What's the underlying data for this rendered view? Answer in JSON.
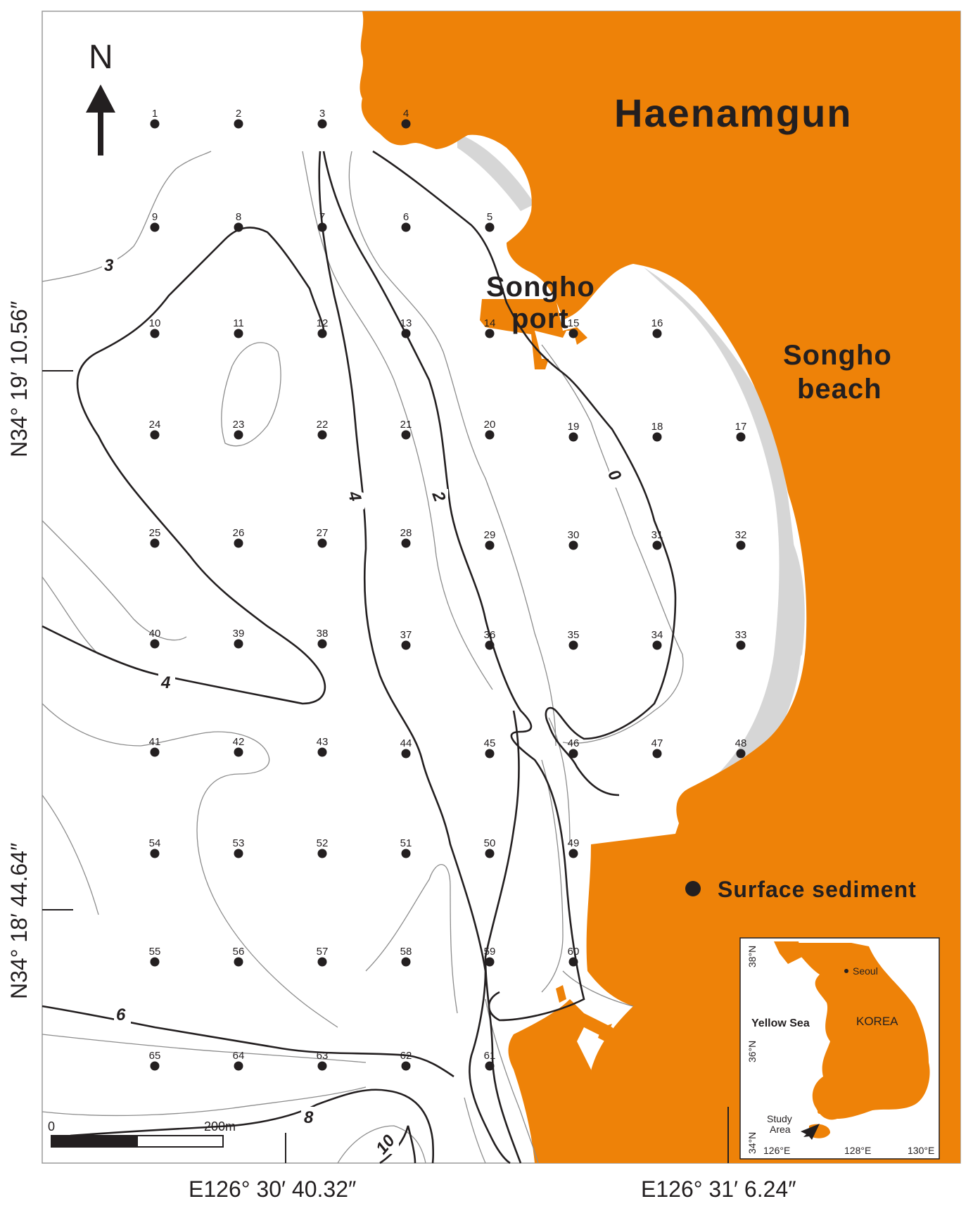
{
  "north_label": "N",
  "place_names": {
    "haenamgun": "Haenamgun",
    "songho_port_line1": "Songho",
    "songho_port_line2": "port",
    "songho_beach_line1": "Songho",
    "songho_beach_line2": "beach"
  },
  "coordinates": {
    "lat_north": "N34° 19′ 10.56″",
    "lat_south": "N34° 18′ 44.64″",
    "lon_west": "E126° 30′ 40.32″",
    "lon_east": "E126° 31′ 6.24″"
  },
  "legend": {
    "surface_sediment": "Surface sediment"
  },
  "scale_bar": {
    "start_label": "0",
    "end_label": "200m"
  },
  "contour_labels": [
    "3",
    "4",
    "2",
    "0",
    "4",
    "6",
    "8",
    "10"
  ],
  "stations": [
    "1",
    "2",
    "3",
    "4",
    "5",
    "6",
    "7",
    "8",
    "9",
    "10",
    "11",
    "12",
    "13",
    "14",
    "15",
    "16",
    "17",
    "18",
    "19",
    "20",
    "21",
    "22",
    "23",
    "24",
    "25",
    "26",
    "27",
    "28",
    "29",
    "30",
    "31",
    "32",
    "33",
    "34",
    "35",
    "36",
    "37",
    "38",
    "39",
    "40",
    "41",
    "42",
    "43",
    "44",
    "45",
    "46",
    "47",
    "48",
    "49",
    "50",
    "51",
    "52",
    "53",
    "54",
    "55",
    "56",
    "57",
    "58",
    "59",
    "60",
    "61",
    "62",
    "63",
    "64",
    "65"
  ],
  "inset": {
    "seoul": "Seoul",
    "korea": "KOREA",
    "yellow_sea": "Yellow Sea",
    "study_area_line1": "Study",
    "study_area_line2": "Area",
    "lat_38": "38°N",
    "lat_36": "36°N",
    "lat_34": "34°N",
    "lon_126": "126°E",
    "lon_128": "128°E",
    "lon_130": "130°E"
  },
  "colors": {
    "land": "#ee8208",
    "tidal_flat": "#d6d6d6",
    "contour_major": "#231f20",
    "contour_minor": "#8c8c8c",
    "station_dot": "#231f20"
  }
}
